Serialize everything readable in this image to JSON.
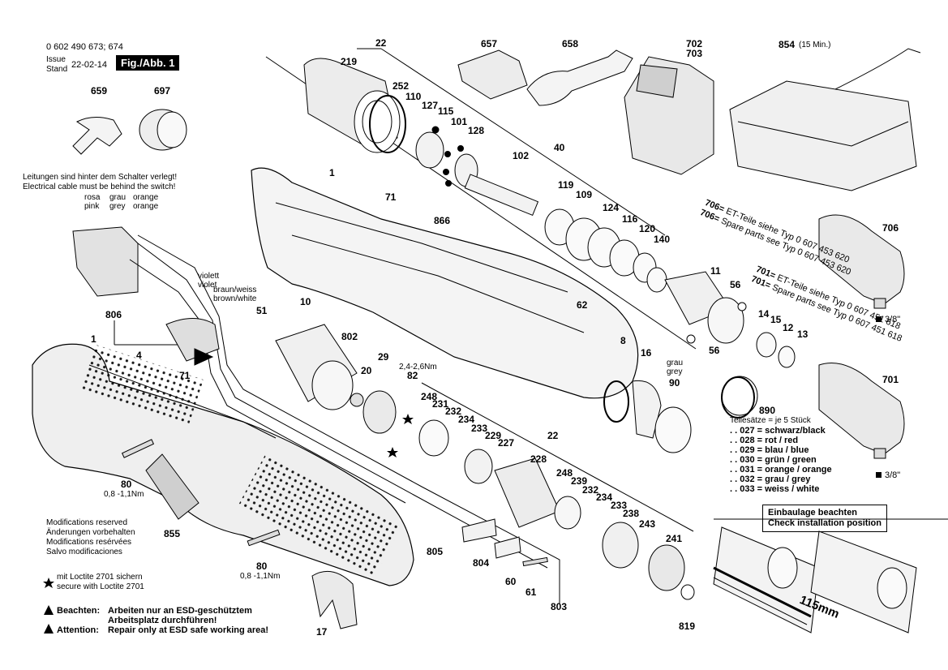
{
  "header": {
    "part_number": "0 602 490 673; 674",
    "issue_label_1": "Issue",
    "issue_label_2": "Stand",
    "issue_date": "22-02-14",
    "figure_label": "Fig./Abb. 1"
  },
  "notes": {
    "cable_note_de": "Leitungen sind hinter dem Schalter verlegt!",
    "cable_note_en": "Electrical cable must be behind the switch!",
    "wire_rosa": "rosa",
    "wire_pink": "pink",
    "wire_grau": "grau",
    "wire_grey": "grey",
    "wire_orange_de": "orange",
    "wire_orange_en": "orange",
    "wire_violett": "violett",
    "wire_violet": "violet",
    "wire_braunweiss": "braun/weiss",
    "wire_brownwhite": "brown/white",
    "torque_82": "2,4-2,6Nm",
    "torque_80a": "0,8 -1,1Nm",
    "torque_80b": "0,8 -1,1Nm",
    "grau90_de": "grau",
    "grau90_en": "grey",
    "charger_time": "(15 Min.)",
    "sets_title": "Teilesätze = je 5 Stück",
    "set_lines": [
      ". . 027 = schwarz/black",
      ". . 028 = rot / red",
      ". . 029 = blau / blue",
      ". . 030 = grün / green",
      ". . 031 = orange / orange",
      ". . 032 = grau / grey",
      ". . 033 = weiss / white"
    ],
    "install_de": "Einbaulage beachten",
    "install_en": "Check installation position",
    "dim_115": "115mm",
    "mods": [
      "Modifications reserved",
      "Änderungen vorbehalten",
      "Modifications resérvées",
      "Salvo modificaciones"
    ],
    "loctite_de": "mit Loctite 2701 sichern",
    "loctite_en": "secure with Loctite 2701",
    "esd_label_de": "Beachten:",
    "esd_text_de1": "Arbeiten nur an ESD-geschütztem",
    "esd_text_de2": "Arbeitsplatz durchführen!",
    "esd_label_en": "Attention:",
    "esd_text_en": "Repair only at ESD safe working area!",
    "size_706": "3/8\"",
    "size_701": "3/8\""
  },
  "angled_notes": {
    "n706a_num": "706=",
    "n706a_text": "ET-Teile siehe   Typ  0 607 453 620",
    "n706b_num": "706=",
    "n706b_text": "Spare parts see Typ  0 607 453 620",
    "n701a_num": "701=",
    "n701a_text": "ET-Teile siehe   Typ  0 607 451 618",
    "n701b_num": "701=",
    "n701b_text": "Spare parts see Typ  0 607 451 618"
  },
  "part_labels": [
    "22",
    "219",
    "252",
    "110",
    "127",
    "115",
    "101",
    "128",
    "657",
    "658",
    "702",
    "703",
    "854",
    "659",
    "697",
    "1",
    "71",
    "866",
    "102",
    "40",
    "119",
    "109",
    "124",
    "116",
    "120",
    "140",
    "706",
    "806",
    "4",
    "10",
    "51",
    "802",
    "20",
    "29",
    "82",
    "62",
    "8",
    "16",
    "90",
    "11",
    "56",
    "14",
    "15",
    "12",
    "13",
    "701",
    "248",
    "231",
    "232",
    "234",
    "233",
    "229",
    "227",
    "22",
    "228",
    "248",
    "239",
    "232",
    "234",
    "233",
    "238",
    "243",
    "241",
    "890",
    "1",
    "71",
    "80",
    "855",
    "80",
    "805",
    "804",
    "60",
    "61",
    "803",
    "819",
    "17",
    "56"
  ],
  "colors": {
    "ink": "#000000",
    "paper": "#ffffff",
    "shade": "#d8d8d8"
  }
}
